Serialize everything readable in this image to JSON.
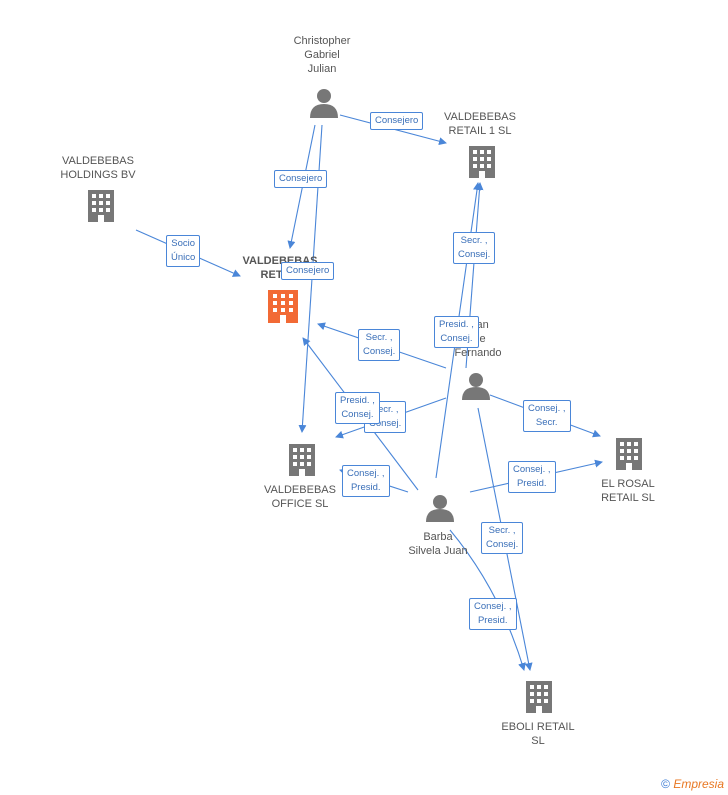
{
  "colors": {
    "edge": "#4a86d8",
    "icon": "#777777",
    "focus_icon": "#f26a35"
  },
  "nodes": {
    "christopher": {
      "label": "Christopher\nGabriel\nJulian",
      "icon": "person-icon"
    },
    "valdebebas_retail1": {
      "label": "VALDEBEBAS\nRETAIL 1  SL",
      "icon": "building-icon"
    },
    "valdebebas_holdings": {
      "label": "VALDEBEBAS\nHOLDINGS BV",
      "icon": "building-icon"
    },
    "valdebebas_retail": {
      "label": "VALDEBEBAS\nRETAIL",
      "icon": "building-icon"
    },
    "fernando": {
      "label": "...an\n...e\nFernando",
      "icon": "person-icon"
    },
    "valdebebas_office": {
      "label": "VALDEBEBAS\nOFFICE  SL",
      "icon": "building-icon"
    },
    "el_rosal": {
      "label": "EL ROSAL\nRETAIL  SL",
      "icon": "building-icon"
    },
    "barba": {
      "label": "Barba\nSilvela Juan",
      "icon": "person-icon"
    },
    "eboli": {
      "label": "EBOLI RETAIL\nSL",
      "icon": "building-icon"
    }
  },
  "edge_labels": {
    "e1": "Consejero",
    "e2": "Consejero",
    "e3": "Socio\nÚnico",
    "e4": "Consejero",
    "e5": "Secr. ,\nConsej.",
    "e6": "Presid. ,\nConsej.",
    "e7": "Secr. ,\nConsej.",
    "e8": "Secr. ,\nConsej.",
    "e9": "Presid. ,\nConsej.",
    "e10": "Consej. ,\nSecr.",
    "e11": "Consej. ,\nPresid.",
    "e12": "Consej. ,\nPresid.",
    "e13": "Secr. ,\nConsej.",
    "e14": "Consej. ,\nPresid."
  },
  "footer": {
    "copyright": "©",
    "brand": "Empresia"
  }
}
